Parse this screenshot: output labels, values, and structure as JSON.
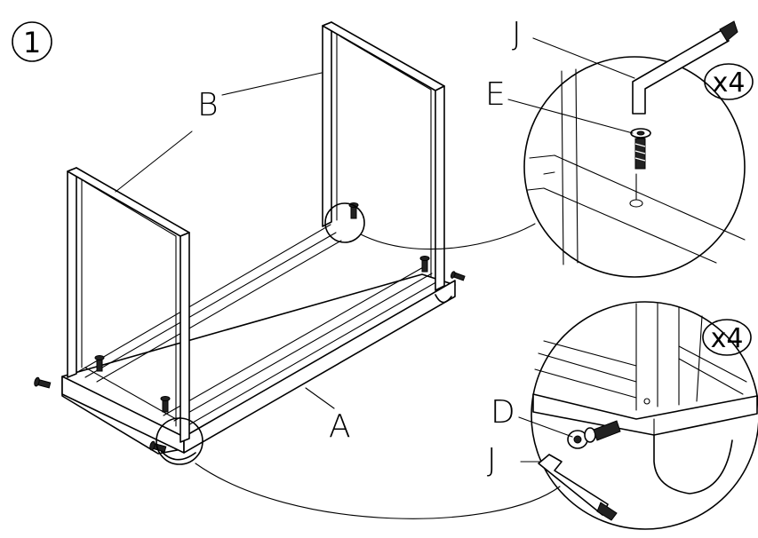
{
  "step": {
    "number": "1"
  },
  "labels": {
    "b_top": "B",
    "a": "A",
    "j_top": "J",
    "e": "E",
    "d": "D",
    "j_bottom": "J"
  },
  "quantities": {
    "top_detail": "x4",
    "bottom_detail": "x4"
  },
  "icons": [
    "step-number-circle",
    "allen-key-icon",
    "bolt-icon",
    "washer-icon"
  ]
}
